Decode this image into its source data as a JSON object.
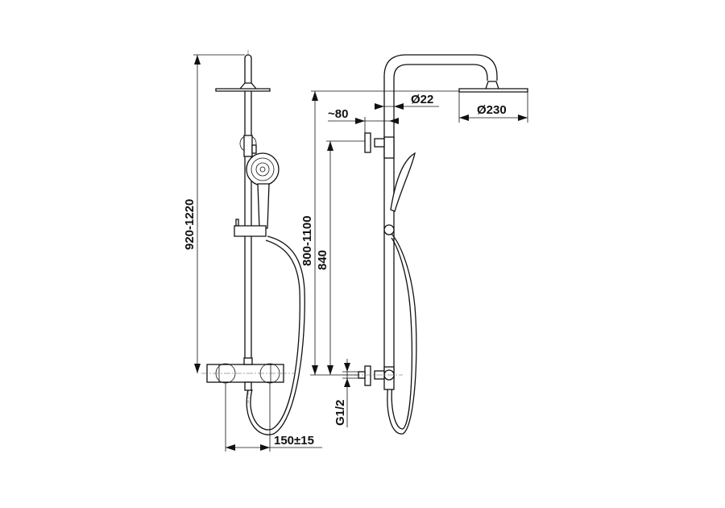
{
  "title": "Shower system technical drawing",
  "dimensions": {
    "total_height": "920-1220",
    "head_height": "800-1100",
    "bracket_height": "840",
    "tube_diameter": "Ø22",
    "wall_offset": "~80",
    "head_diameter": "Ø230",
    "inlet_spacing": "150±15",
    "thread": "G1/2"
  }
}
